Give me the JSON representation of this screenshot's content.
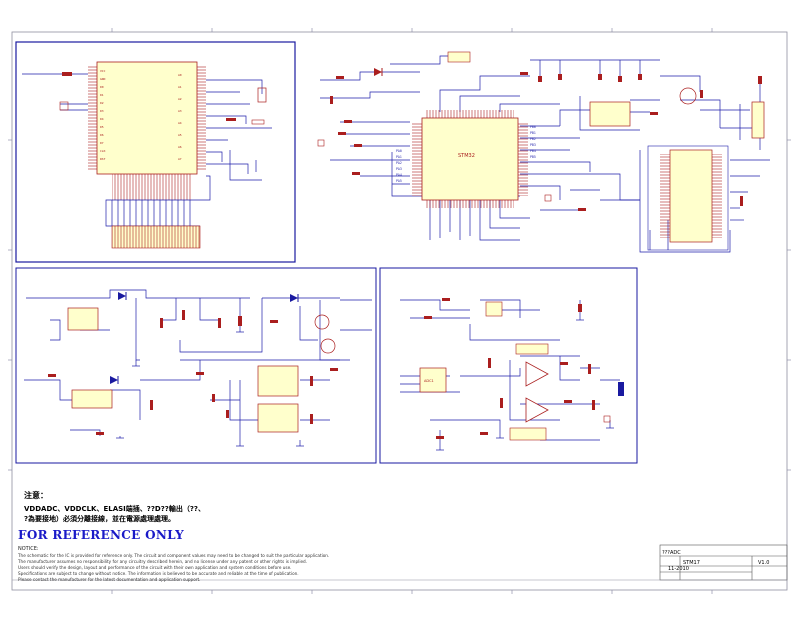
{
  "notes": {
    "title": "注意：",
    "line1": "VDDADC、VDDCLK、ELASI端插、??D??輸出（??、",
    "line2": "?為要接地）必須分離接線，並在電源處理處理。"
  },
  "reference": {
    "label": "FOR REFERENCE ONLY",
    "notice_heading": "NOTICE:",
    "disclaimer_lines": [
      "The schematic for the IC is provided for reference only. The circuit and component values may need to be changed to suit the particular application.",
      "The manufacturer assumes no responsibility for any circuitry described herein, and no license under any patent or other rights is implied.",
      "Users should verify the design, layout and performance of the circuit with their own application and system conditions before use.",
      "Specifications are subject to change without notice. The information is believed to be accurate and reliable at the time of publication.",
      "Please contact the manufacturer for the latest documentation and application support."
    ]
  },
  "title_block": {
    "company": "???ADC",
    "doc_label": "STM17",
    "rev": "V1.0",
    "date": "11-2010"
  },
  "chips": {
    "main_mcu": "STM32",
    "adc_chip": "ADC1"
  },
  "colors": {
    "wire": "#1e1eaa",
    "component": "#aa1e1e",
    "ic_fill": "#ffffcc",
    "frame": "#1a1aa0",
    "ref_text": "#1a1ac8"
  }
}
